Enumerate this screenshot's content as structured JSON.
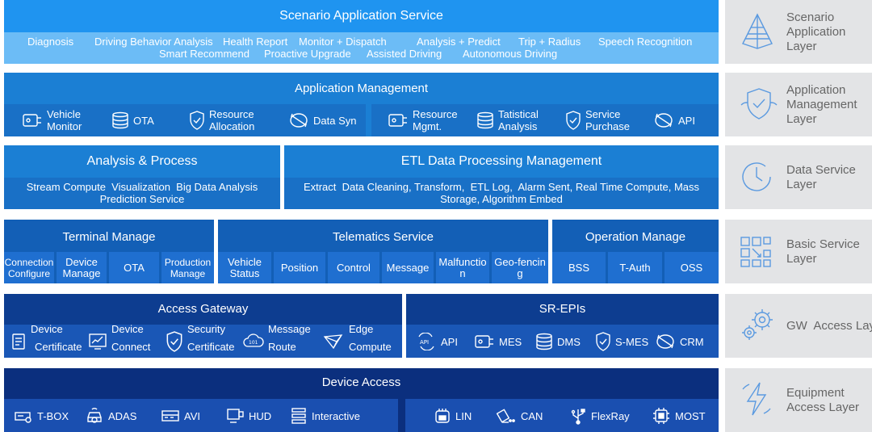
{
  "layers": {
    "scenario": {
      "title": "Scenario Application Service",
      "items_line1": [
        "Diagnosis",
        "Driving Behavior Analysis",
        "Health Report",
        "Monitor + Dispatch",
        "Analysis + Predict",
        "Trip + Radius",
        "Speech Recognition"
      ],
      "items_line2": [
        "Smart Recommend",
        "Proactive Upgrade",
        "Assisted Driving",
        "Autonomous Driving"
      ],
      "label": "Scenario Application Layer",
      "icon": "pyramid-icon"
    },
    "app_mgmt": {
      "title": "Application Management",
      "items": [
        {
          "label": "Vehicle Monitor",
          "icon": "monitor-icon"
        },
        {
          "label": "OTA",
          "icon": "database-icon"
        },
        {
          "label": "Resource Allocation",
          "icon": "shield-icon"
        },
        {
          "label": "Data Syn",
          "icon": "sync-icon"
        },
        {
          "label": "Resource Mgmt.",
          "icon": "monitor-icon"
        },
        {
          "label": "Tatistical Analysis",
          "icon": "database-icon"
        },
        {
          "label": "Service Purchase",
          "icon": "shield-icon"
        },
        {
          "label": "API",
          "icon": "sync-icon"
        }
      ],
      "label": "Application Management Layer",
      "icon": "shield-check-icon"
    },
    "data_service": {
      "analysis_title": "Analysis & Process",
      "analysis_line1": "Stream Compute  Visualization  Big Data Analysis",
      "analysis_line2": "Prediction Service",
      "etl_title": "ETL Data Processing Management",
      "etl_line1": "Extract  Data Cleaning, Transform,  ETL Log,  Alarm Sent, Real Time Compute, Mass",
      "etl_line2": "Storage, Algorithm Embed",
      "label": "Data Service Layer",
      "icon": "clock-icon"
    },
    "basic": {
      "terminal_title": "Terminal Manage",
      "terminal_items": [
        "Connection Configure",
        "Device Manage",
        "OTA",
        "Production Manage"
      ],
      "telematics_title": "Telematics Service",
      "telematics_items": [
        "Vehicle Status",
        "Position",
        "Control",
        "Message",
        "Malfunction",
        "Geo-fencing"
      ],
      "operation_title": "Operation Manage",
      "operation_items": [
        "BSS",
        "T-Auth",
        "OSS"
      ],
      "label": "Basic Service Layer",
      "icon": "grid-icon"
    },
    "gateway": {
      "access_title": "Access Gateway",
      "access_items": [
        {
          "line1": "Device",
          "line2": "Certificate",
          "icon": "document-icon"
        },
        {
          "line1": "Device",
          "line2": "Connect",
          "icon": "chart-icon"
        },
        {
          "line1": "Security",
          "line2": "Certificate",
          "icon": "shield-icon"
        },
        {
          "line1": "Message",
          "line2": "Route",
          "icon": "cloud-icon"
        },
        {
          "line1": "Edge",
          "line2": "Compute",
          "icon": "network-icon"
        }
      ],
      "srepi_title": "SR-EPIs",
      "srepi_items": [
        {
          "label": "API",
          "icon": "api-icon"
        },
        {
          "label": "MES",
          "icon": "monitor-icon"
        },
        {
          "label": "DMS",
          "icon": "database-icon"
        },
        {
          "label": "S-MES",
          "icon": "shield-icon"
        },
        {
          "label": "CRM",
          "icon": "sync-icon"
        }
      ],
      "label": "GW  Access Layer",
      "icon": "gears-icon"
    },
    "equipment": {
      "title": "Device Access",
      "items_left": [
        {
          "label": "T-BOX",
          "icon": "tbox-icon"
        },
        {
          "label": "ADAS",
          "icon": "car-icon"
        },
        {
          "label": "AVI",
          "icon": "avi-icon"
        },
        {
          "label": "HUD",
          "icon": "hud-icon"
        },
        {
          "label": "Interactive",
          "icon": "list-icon"
        }
      ],
      "items_right": [
        {
          "label": "LIN",
          "icon": "lin-icon"
        },
        {
          "label": "CAN",
          "icon": "can-icon"
        },
        {
          "label": "FlexRay",
          "icon": "usb-icon"
        },
        {
          "label": "MOST",
          "icon": "chip-icon"
        }
      ],
      "label": "Equipment Access Layer",
      "icon": "lightning-icon"
    }
  }
}
